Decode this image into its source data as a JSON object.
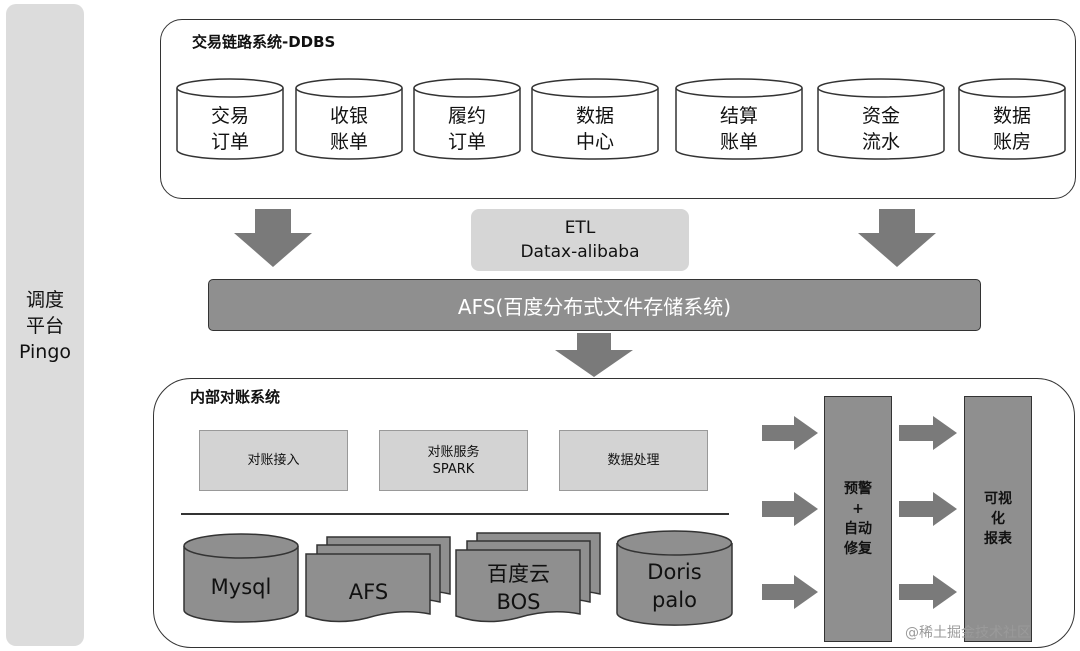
{
  "scheduler": {
    "label": "调度\n平台\nPingo"
  },
  "ddbs": {
    "title": "交易链路系统-DDBS",
    "databases": [
      "交易\n订单",
      "收银\n账单",
      "履约\n订单",
      "数据\n中心",
      "结算\n账单",
      "资金\n流水",
      "数据\n账房"
    ]
  },
  "etl": {
    "line1": "ETL",
    "line2": "Datax-alibaba"
  },
  "afs": {
    "label": "AFS(百度分布式文件存储系统)"
  },
  "recon": {
    "title": "内部对账系统",
    "services": [
      "对账接入",
      "对账服务\nSPARK",
      "数据处理"
    ],
    "storage": {
      "mysql": "Mysql",
      "afs": "AFS",
      "bos": "百度云\nBOS",
      "doris": "Doris\npalo"
    },
    "alert": "预警\n+\n自动\n修复",
    "report": "可视\n化\n报表"
  },
  "colors": {
    "block_dark": "#8f8f8f",
    "block_light": "#d6d6d6",
    "panel_gray": "#dcdcdc",
    "outline": "#333333"
  },
  "watermark": "@稀土掘金技术社区"
}
